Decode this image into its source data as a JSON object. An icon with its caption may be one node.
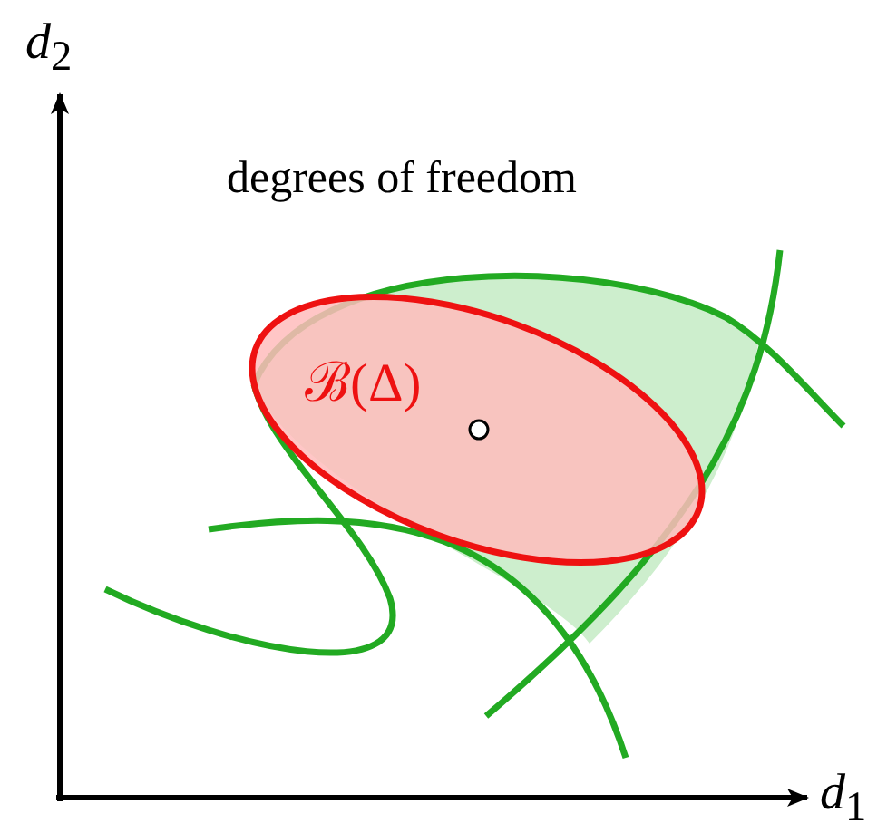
{
  "diagram": {
    "labels": [
      "*d*$_{2}$",
      "degrees of freedom",
      "ℬ(Δ)",
      "*d*$_{1}$"
    ]
  }
}
